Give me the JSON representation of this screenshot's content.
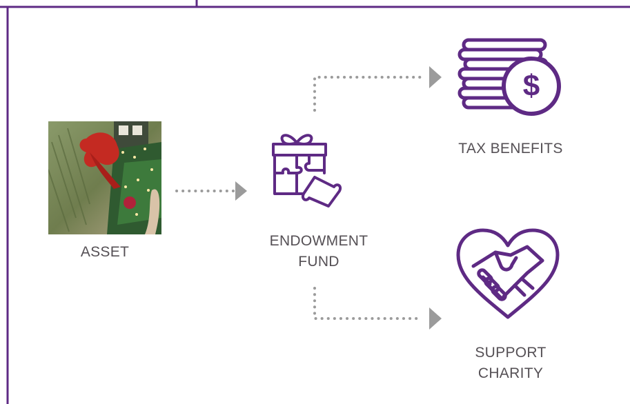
{
  "colors": {
    "purple": "#5e2a84",
    "arrow_gray": "#9b9b9b",
    "label_gray": "#555055"
  },
  "nodes": {
    "asset": {
      "label": "ASSET",
      "icon": "photo-of-festive-tree"
    },
    "endowment": {
      "label_line1": "ENDOWMENT",
      "label_line2": "FUND",
      "icon": "gift-puzzle-icon"
    },
    "tax": {
      "label": "TAX BENEFITS",
      "icon": "coin-stack-dollar-icon"
    },
    "charity": {
      "label_line1": "SUPPORT",
      "label_line2": "CHARITY",
      "icon": "heart-handshake-icon"
    }
  }
}
